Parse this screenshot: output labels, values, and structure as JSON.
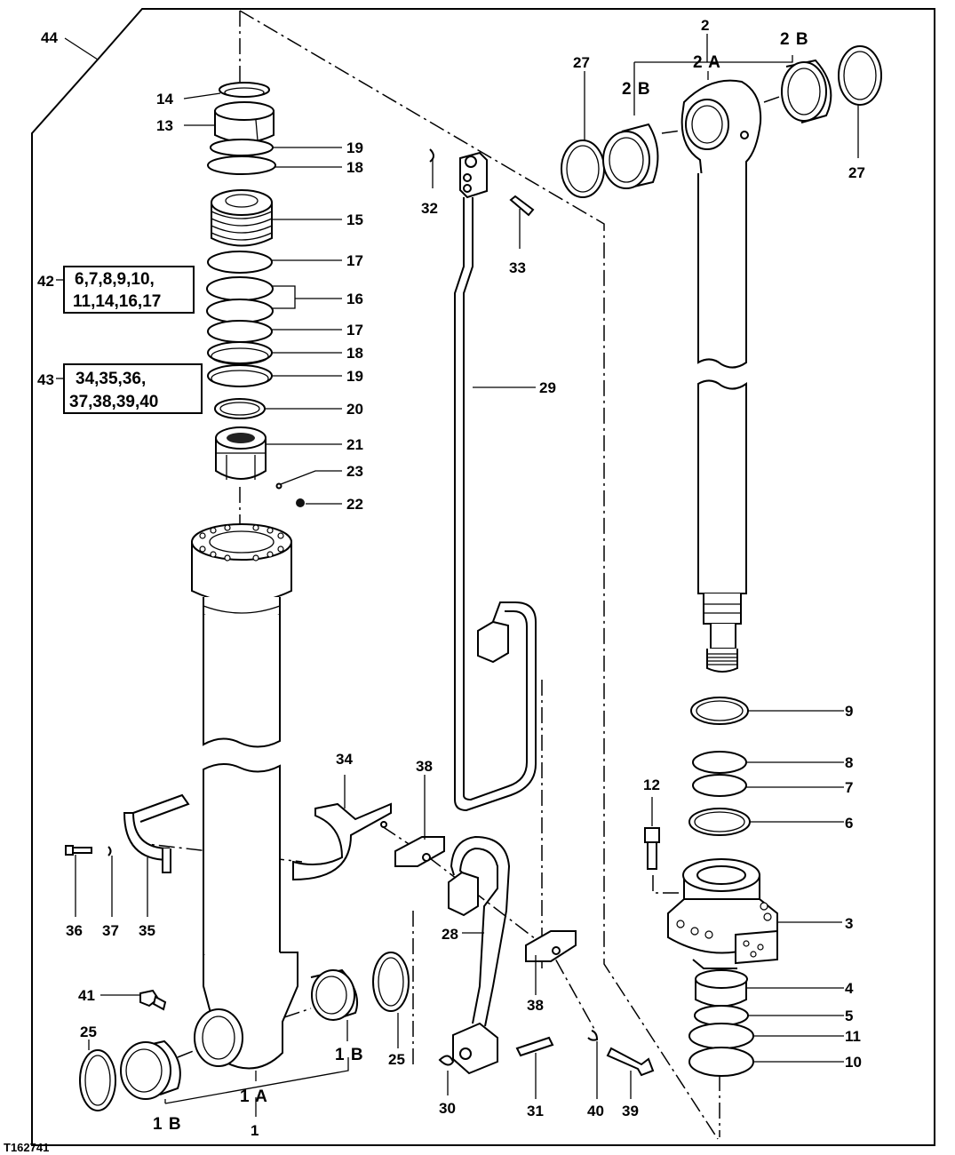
{
  "figure_id": "T162741",
  "callouts": {
    "c44": "44",
    "c14": "14",
    "c13": "13",
    "c19a": "19",
    "c18a": "18",
    "c15": "15",
    "c17a": "17",
    "c16": "16",
    "c17b": "17",
    "c18b": "18",
    "c19b": "19",
    "c20": "20",
    "c21": "21",
    "c23": "23",
    "c22": "22",
    "c42": "42",
    "c43": "43",
    "c32": "32",
    "c33": "33",
    "c29": "29",
    "c2": "2",
    "c2A": "2 A",
    "c2Bl": "2 B",
    "c2Br": "2 B",
    "c27l": "27",
    "c27r": "27",
    "c9": "9",
    "c8": "8",
    "c7": "7",
    "c6": "6",
    "c12": "12",
    "c3": "3",
    "c4": "4",
    "c5": "5",
    "c11": "11",
    "c10": "10",
    "c34": "34",
    "c38a": "38",
    "c38b": "38",
    "c36": "36",
    "c37": "37",
    "c35": "35",
    "c28": "28",
    "c41": "41",
    "c25l": "25",
    "c25r": "25",
    "c1Bl": "1 B",
    "c1Br": "1 B",
    "c1A": "1 A",
    "c1": "1",
    "c30": "30",
    "c31": "31",
    "c40": "40",
    "c39": "39"
  },
  "kits": {
    "k42_line1": "6,7,8,9,10,",
    "k42_line2": "11,14,16,17",
    "k43_line1": "34,35,36,",
    "k43_line2": "37,38,39,40"
  }
}
